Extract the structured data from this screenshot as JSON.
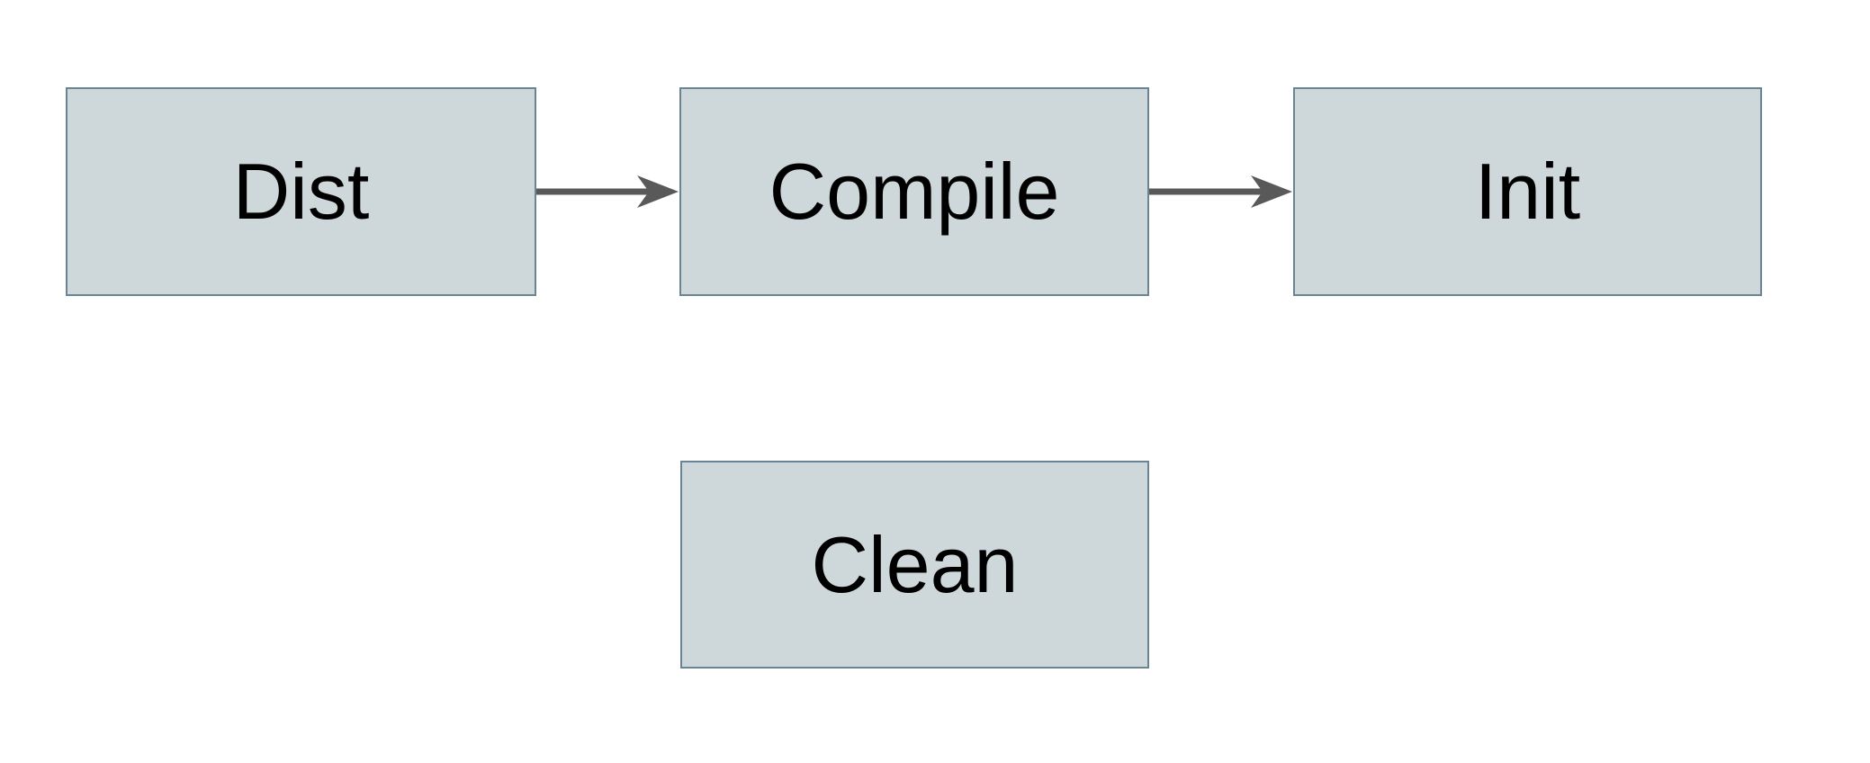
{
  "diagram": {
    "type": "flowchart",
    "colors": {
      "page_bg": "#ffffff",
      "node_fill": "#ced7da",
      "node_border": "#6a8494",
      "arrow_color": "#595959",
      "text_color": "#000000"
    },
    "nodes": [
      {
        "id": "dist",
        "label": "Dist"
      },
      {
        "id": "compile",
        "label": "Compile"
      },
      {
        "id": "init",
        "label": "Init"
      },
      {
        "id": "clean",
        "label": "Clean"
      }
    ],
    "edges": [
      {
        "from": "Dist",
        "to": "Compile",
        "direction": "right"
      },
      {
        "from": "Compile",
        "to": "Init",
        "direction": "right"
      }
    ]
  }
}
